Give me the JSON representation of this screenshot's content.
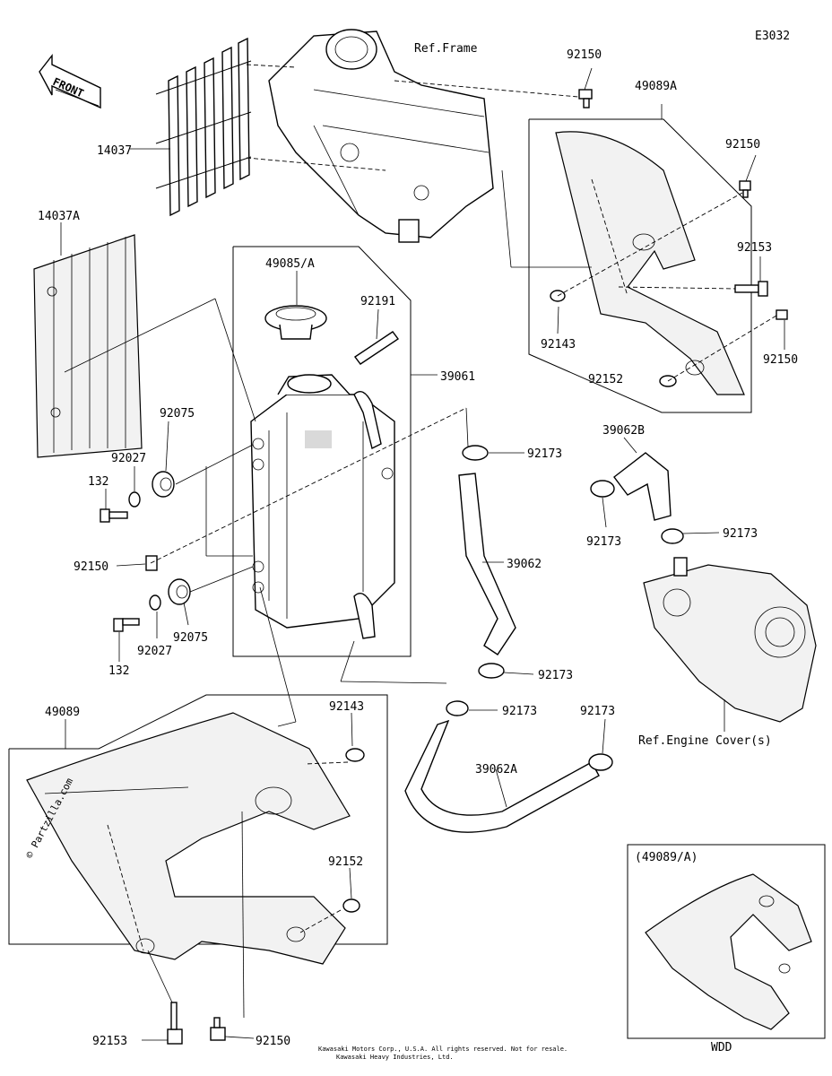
{
  "diagram_code": "E3032",
  "front_label": "FRONT",
  "refs": {
    "frame": "Ref.Frame",
    "engine_cover": "Ref.Engine Cover(s)"
  },
  "inset": {
    "title": "(49089/A)",
    "footer": "WDD"
  },
  "watermark": "© Partzilla.com",
  "footer_line1": "Kawasaki Motors Corp., U.S.A. All rights reserved. Not for resale.",
  "footer_line2": "Kawasaki Heavy Industries, Ltd.",
  "parts": {
    "p92150_top": "92150",
    "p49089A": "49089A",
    "p14037": "14037",
    "p92150_shroud": "92150",
    "p14037A": "14037A",
    "p49085A": "49085/A",
    "p92153_top": "92153",
    "p92191": "92191",
    "p92143_top": "92143",
    "p92150_right": "92150",
    "p39061": "39061",
    "p92152_top": "92152",
    "p92075_top": "92075",
    "p39062B": "39062B",
    "p92027_top": "92027",
    "p92173_a": "92173",
    "p132_top": "132",
    "p92173_b": "92173",
    "p92173_c": "92173",
    "p92150_mid": "92150",
    "p39062": "39062",
    "p132_bot": "132",
    "p92027_bot": "92027",
    "p92075_bot": "92075",
    "p92173_d": "92173",
    "p49089": "49089",
    "p92143_bot": "92143",
    "p92173_e": "92173",
    "p92173_f": "92173",
    "p39062A": "39062A",
    "p92152_bot": "92152",
    "p92153_bot": "92153",
    "p92150_bot": "92150"
  }
}
